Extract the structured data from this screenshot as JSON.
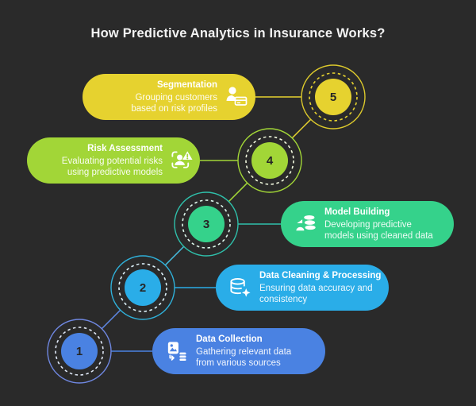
{
  "background_color": "#2a2a2a",
  "header": {
    "title": "How Predictive Analytics in Insurance Works?"
  },
  "steps": [
    {
      "number": "1",
      "title": "Data Collection",
      "description": "Gathering relevant data from various sources",
      "color": "#4a82e2",
      "ring_color": "#6f87e0",
      "dash_color": "#dfe7f5",
      "icon": "document-collect-icon"
    },
    {
      "number": "2",
      "title": "Data Cleaning & Processing",
      "description": "Ensuring data accuracy and consistency",
      "color": "#2aade8",
      "ring_color": "#2fb0d9",
      "dash_color": "#def2fa",
      "icon": "database-sparkle-icon"
    },
    {
      "number": "3",
      "title": "Model Building",
      "description": "Developing predictive models using cleaned data",
      "color": "#35d28b",
      "ring_color": "#2fc0ab",
      "dash_color": "#def7ec",
      "icon": "model-database-icon"
    },
    {
      "number": "4",
      "title": "Risk Assessment",
      "description": "Evaluating potential risks using predictive models",
      "color": "#a2d637",
      "ring_color": "#a2d637",
      "dash_color": "#f0f7de",
      "icon": "risk-scan-warning-icon"
    },
    {
      "number": "5",
      "title": "Segmentation",
      "description": "Grouping customers based on risk profiles",
      "color": "#e6d22f",
      "ring_color": "#dcc92c",
      "dash_color": "#e6d22f",
      "icon": "person-card-icon"
    }
  ],
  "connectors": [
    {
      "from": "5",
      "to": "4",
      "color": "#e6d22f"
    },
    {
      "from": "4",
      "to": "3",
      "color": "#a2d637"
    },
    {
      "from": "3",
      "to": "2",
      "color": "#45b8d9"
    },
    {
      "from": "2",
      "to": "1",
      "color": "#5c85e0"
    }
  ],
  "number_text_color": "#262626"
}
